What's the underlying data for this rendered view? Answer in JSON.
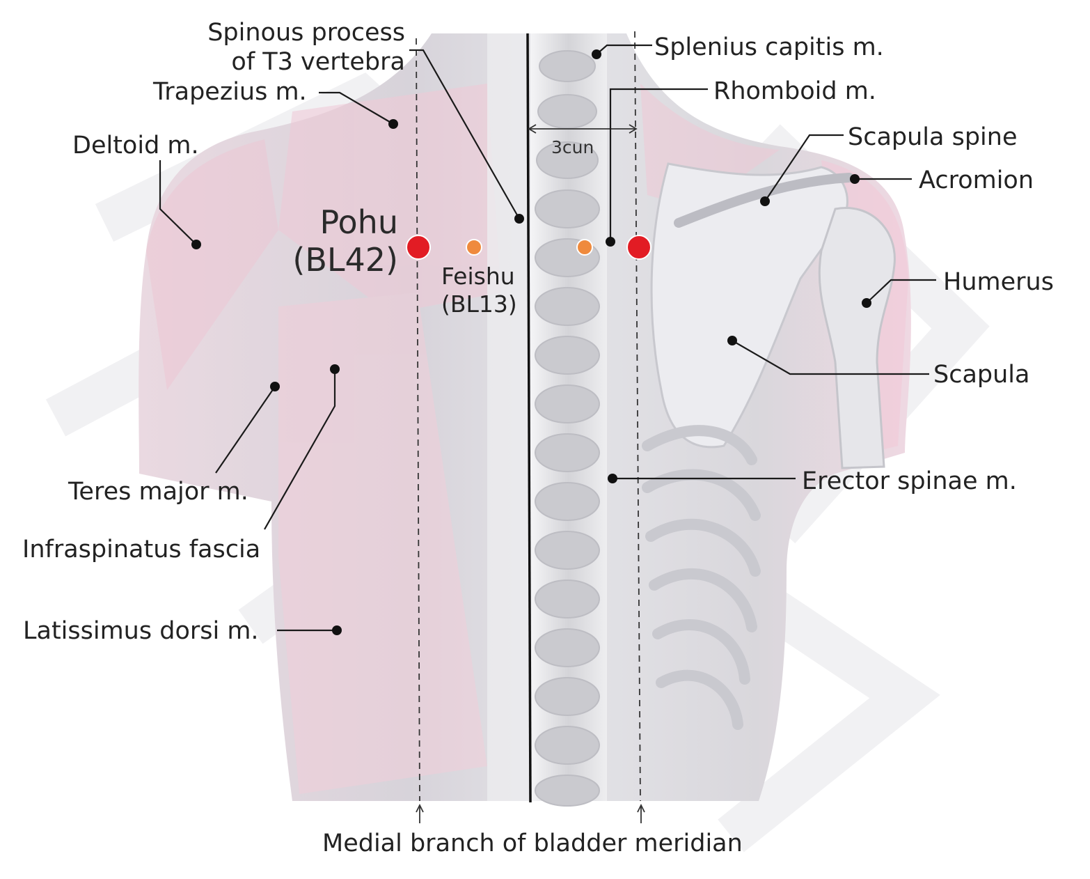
{
  "labels": {
    "spinous_line1": "Spinous process",
    "spinous_line2": "of T3 vertebra",
    "trapezius": "Trapezius m.",
    "deltoid": "Deltoid m.",
    "splenius": "Splenius capitis m.",
    "rhomboid": "Rhomboid m.",
    "scapula_spine": "Scapula spine",
    "acromion": "Acromion",
    "humerus": "Humerus",
    "scapula": "Scapula",
    "erector": "Erector spinae m.",
    "teres": "Teres major m.",
    "infraspinatus": "Infraspinatus fascia",
    "latissimus": "Latissimus dorsi m.",
    "meridian": "Medial branch of bladder meridian",
    "distance": "3cun"
  },
  "points": {
    "main_name": "Pohu",
    "main_code": "(BL42)",
    "secondary_name": "Feishu",
    "secondary_code": "(BL13)"
  },
  "colors": {
    "main_point": "#e21c24",
    "secondary_point": "#ef8a3d",
    "muscle_pink": "#f3d3de",
    "bone_gray": "#d9d9dd"
  }
}
